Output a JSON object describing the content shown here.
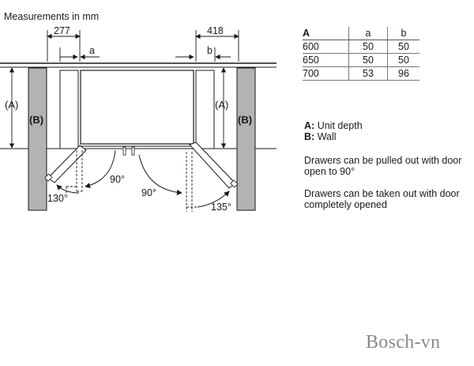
{
  "header": {
    "title": "Measurements in mm"
  },
  "dimensions": {
    "left_width": "277",
    "right_width": "418",
    "gap_left": "a",
    "gap_right": "b",
    "unit_depth_left": "(A)",
    "unit_depth_right": "(A)",
    "wall_left": "(B)",
    "wall_right": "(B)"
  },
  "angles": {
    "left_inner": "90°",
    "left_outer": "130°",
    "right_inner": "90°",
    "right_outer": "135°"
  },
  "table": {
    "headers": [
      "A",
      "a",
      "b"
    ],
    "rows": [
      [
        "600",
        "50",
        "50"
      ],
      [
        "650",
        "50",
        "50"
      ],
      [
        "700",
        "53",
        "96"
      ]
    ]
  },
  "legend": {
    "a_key": "A:",
    "a_text": "Unit depth",
    "b_key": "B:",
    "b_text": "Wall"
  },
  "notes": {
    "note1": "Drawers can be pulled out with door open to 90°",
    "note2": "Drawers can be taken out with door completely opened"
  },
  "watermark": "Bosch-vn"
}
